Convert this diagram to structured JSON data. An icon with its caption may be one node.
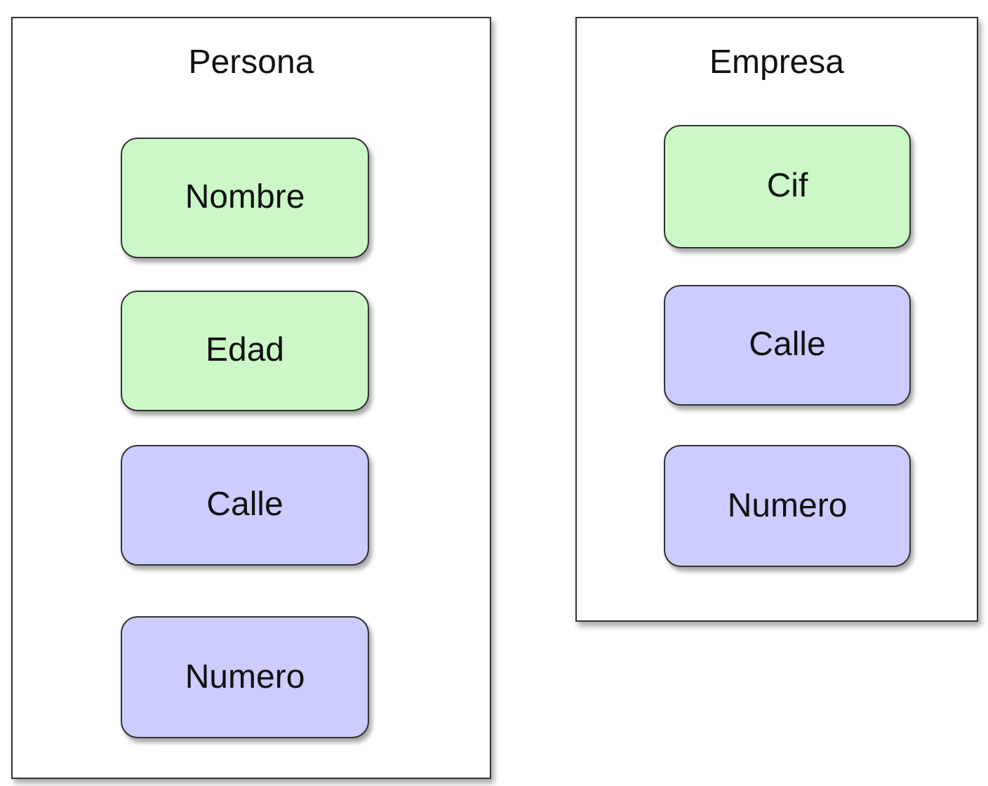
{
  "diagram": {
    "nodes": [
      {
        "text": [
          "Persona"
        ]
      },
      {
        "text": [
          "Nombre"
        ],
        "in": 0
      },
      {
        "text": [
          "Edad"
        ],
        "in": 0
      },
      {
        "text": [
          "Calle"
        ],
        "in": 0
      },
      {
        "text": [
          "Numero"
        ],
        "in": 0
      },
      {
        "text": [
          "Empresa"
        ]
      },
      {
        "text": [
          "Cif"
        ],
        "in": 5
      },
      {
        "text": [
          "Calle"
        ],
        "in": 5
      },
      {
        "text": [
          "Numero"
        ],
        "in": 5
      }
    ]
  }
}
